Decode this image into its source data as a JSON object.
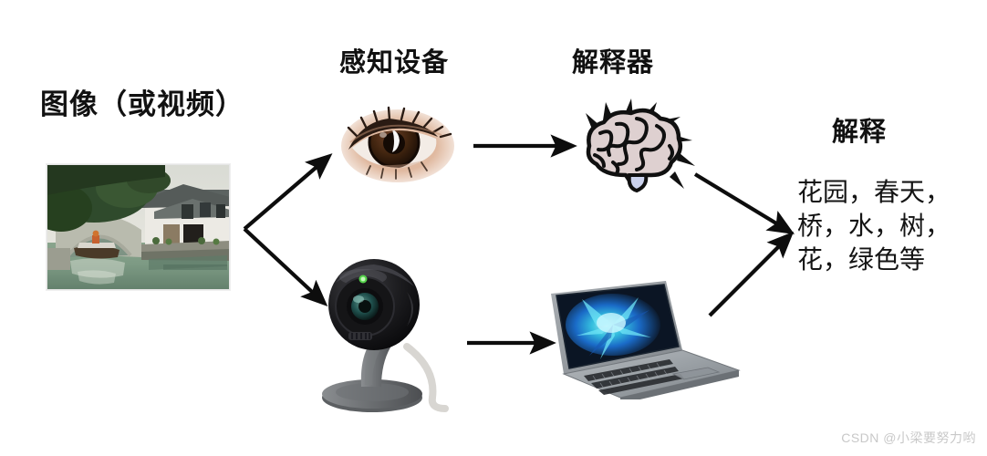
{
  "meta": {
    "background_color": "#ffffff",
    "ink_color": "#111111"
  },
  "labels": {
    "image_source": "图像（或视频）",
    "sensing_device": "感知设备",
    "interpreter": "解释器",
    "interpretation_title": "解释",
    "interpretation_body": "花园，春天，\n桥，水，树，\n花，绿色等"
  },
  "watermark": {
    "text": "CSDN @小梁要努力哟",
    "color": "#c8c8c8"
  },
  "nodes": [
    {
      "id": "source-photo",
      "name": "water-town-photograph",
      "kind": "photo",
      "caption": "图像（或视频）",
      "description": "中国水乡：石桥下的小船、白墙黛瓦民居、绿树与河水",
      "colors": {
        "water": "#7d9a84",
        "foliage": "#2f4a2c",
        "wall": "#e8e6e0",
        "roof": "#585d5c"
      }
    },
    {
      "id": "eye",
      "name": "human-eye",
      "kind": "sensor",
      "caption": "感知设备",
      "colors": {
        "iris": "#4a2b1b",
        "pupil": "#1c0f08",
        "sclera": "#f3ece6",
        "lash": "#241812",
        "skin": "#d7ab8e"
      }
    },
    {
      "id": "camera",
      "name": "security-camera",
      "kind": "sensor",
      "caption": "感知设备",
      "colors": {
        "body": "#1b1b1d",
        "lens_ring": "#3a4a3e",
        "lens_glass": "#2b6b6b",
        "led": "#55d24a",
        "stand": "#6d6f71",
        "cable": "#d8d6d2"
      }
    },
    {
      "id": "brain",
      "name": "cartoon-brain",
      "kind": "interpreter",
      "caption": "解释器",
      "colors": {
        "fill": "#ded0d0",
        "outline": "#101010",
        "stem": "#ccd3ee"
      },
      "ray_count": 8
    },
    {
      "id": "laptop",
      "name": "laptop-computer",
      "kind": "interpreter",
      "caption": "解释器",
      "colors": {
        "chassis": "#9fa3a7",
        "screen_bg": "#0b1524",
        "screen_accent": "#37c8e8",
        "screen_accent2": "#1b6fd0",
        "keys": "#2a2d31"
      }
    },
    {
      "id": "output-text",
      "name": "interpretation-output",
      "kind": "output",
      "caption": "解释",
      "text": "花园，春天，桥，水，树，花，绿色等"
    }
  ],
  "edges": [
    {
      "from": "source-photo",
      "to": "eye",
      "name": "arrow-photo-to-eye",
      "style": "straight"
    },
    {
      "from": "source-photo",
      "to": "camera",
      "name": "arrow-photo-to-camera",
      "style": "straight"
    },
    {
      "from": "eye",
      "to": "brain",
      "name": "arrow-eye-to-brain",
      "style": "horizontal"
    },
    {
      "from": "camera",
      "to": "laptop",
      "name": "arrow-camera-to-laptop",
      "style": "horizontal"
    },
    {
      "from": "brain",
      "to": "output-text",
      "name": "arrow-brain-to-output",
      "style": "straight"
    },
    {
      "from": "laptop",
      "to": "output-text",
      "name": "arrow-laptop-to-output",
      "style": "straight"
    }
  ]
}
